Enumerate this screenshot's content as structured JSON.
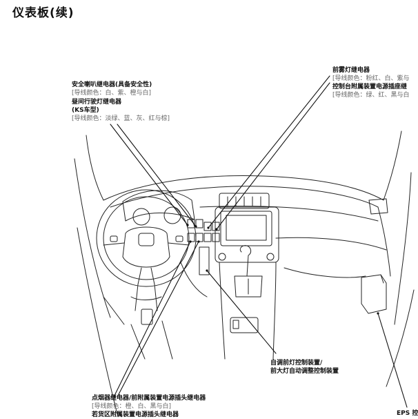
{
  "page": {
    "title": "仪表板(续)"
  },
  "labels": {
    "horn_relay": {
      "name": "安全喇叭继电器(具备安全性)",
      "wire": "[导线颜色：白、紫、橙与白]"
    },
    "drl_relay": {
      "name": "昼间行驶灯继电器",
      "model": "(KS车型)",
      "wire": "[导线颜色：淡绿、蓝、灰、红与棕]"
    },
    "fog_relay": {
      "name": "前雾灯继电器",
      "wire": "[导线颜色：粉红、白、紫与",
      "name2": "控制台附属装置电源插座继",
      "wire2": "[导线颜色：绿、红、黑与白"
    },
    "headlight_ctrl": {
      "line1": "自调前灯控制装置/",
      "line2": "前大灯自动调整控制装置"
    },
    "lighter_relay": {
      "name": "点烟器继电器/前附属装置电源插头继电器",
      "wire": "[导线颜色：橙、白、黑与白]",
      "name2": "若货区附属装置电源插头继电器"
    },
    "eps": {
      "name": "EPS 控"
    }
  }
}
